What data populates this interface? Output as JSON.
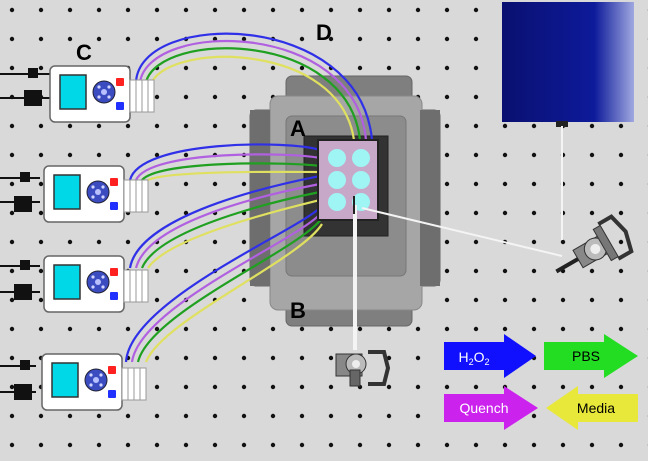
{
  "labels": {
    "a": "A",
    "b": "B",
    "c": "C",
    "d": "D"
  },
  "arrows": {
    "h2o2": {
      "text": "H",
      "sub1": "2",
      "mid": "O",
      "sub2": "2",
      "color": "#1010ff"
    },
    "pbs": {
      "text": "PBS",
      "color": "#22dd22"
    },
    "quench": {
      "text": "Quench",
      "color": "#cc22ee"
    },
    "media": {
      "text": "Media",
      "color": "#e8e83a"
    }
  },
  "colors": {
    "breadboard": "#d9d9d9",
    "stage_outer": "#7f7f7f",
    "stage_mid": "#a6a6a6",
    "well": "#9ff4f4",
    "wire_blue": "#3030e8",
    "wire_purple": "#b060e0",
    "wire_green": "#20a020",
    "wire_yellow": "#e0e060",
    "light_source": "#0a1070"
  },
  "icons": [
    "syringe-pump-icon",
    "microscope-objective-icon",
    "camera-mount-icon"
  ]
}
